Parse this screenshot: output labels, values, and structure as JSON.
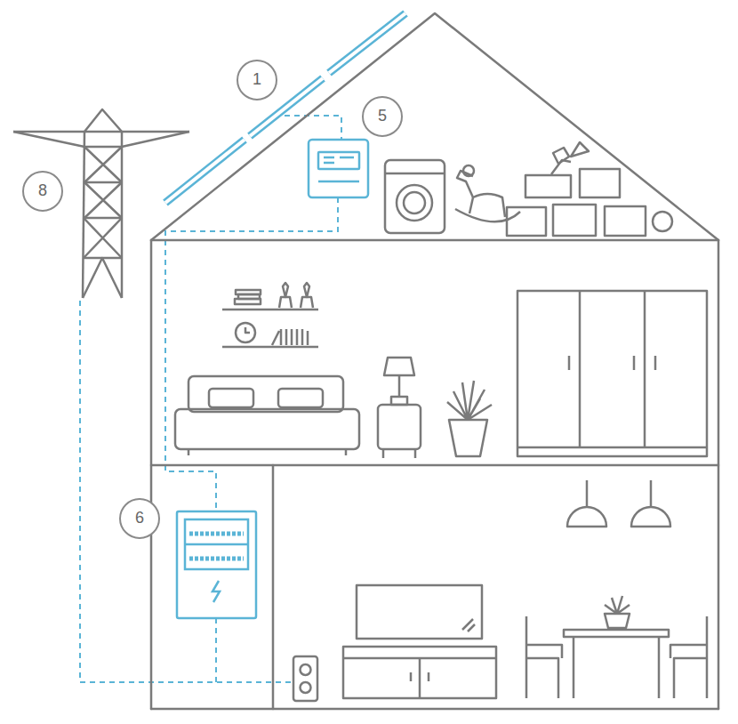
{
  "diagram": {
    "nodes": [
      {
        "text": [
          "1"
        ]
      },
      {
        "text": [
          "5"
        ]
      },
      {
        "text": [
          "8"
        ]
      },
      {
        "text": [
          "6"
        ]
      }
    ]
  }
}
